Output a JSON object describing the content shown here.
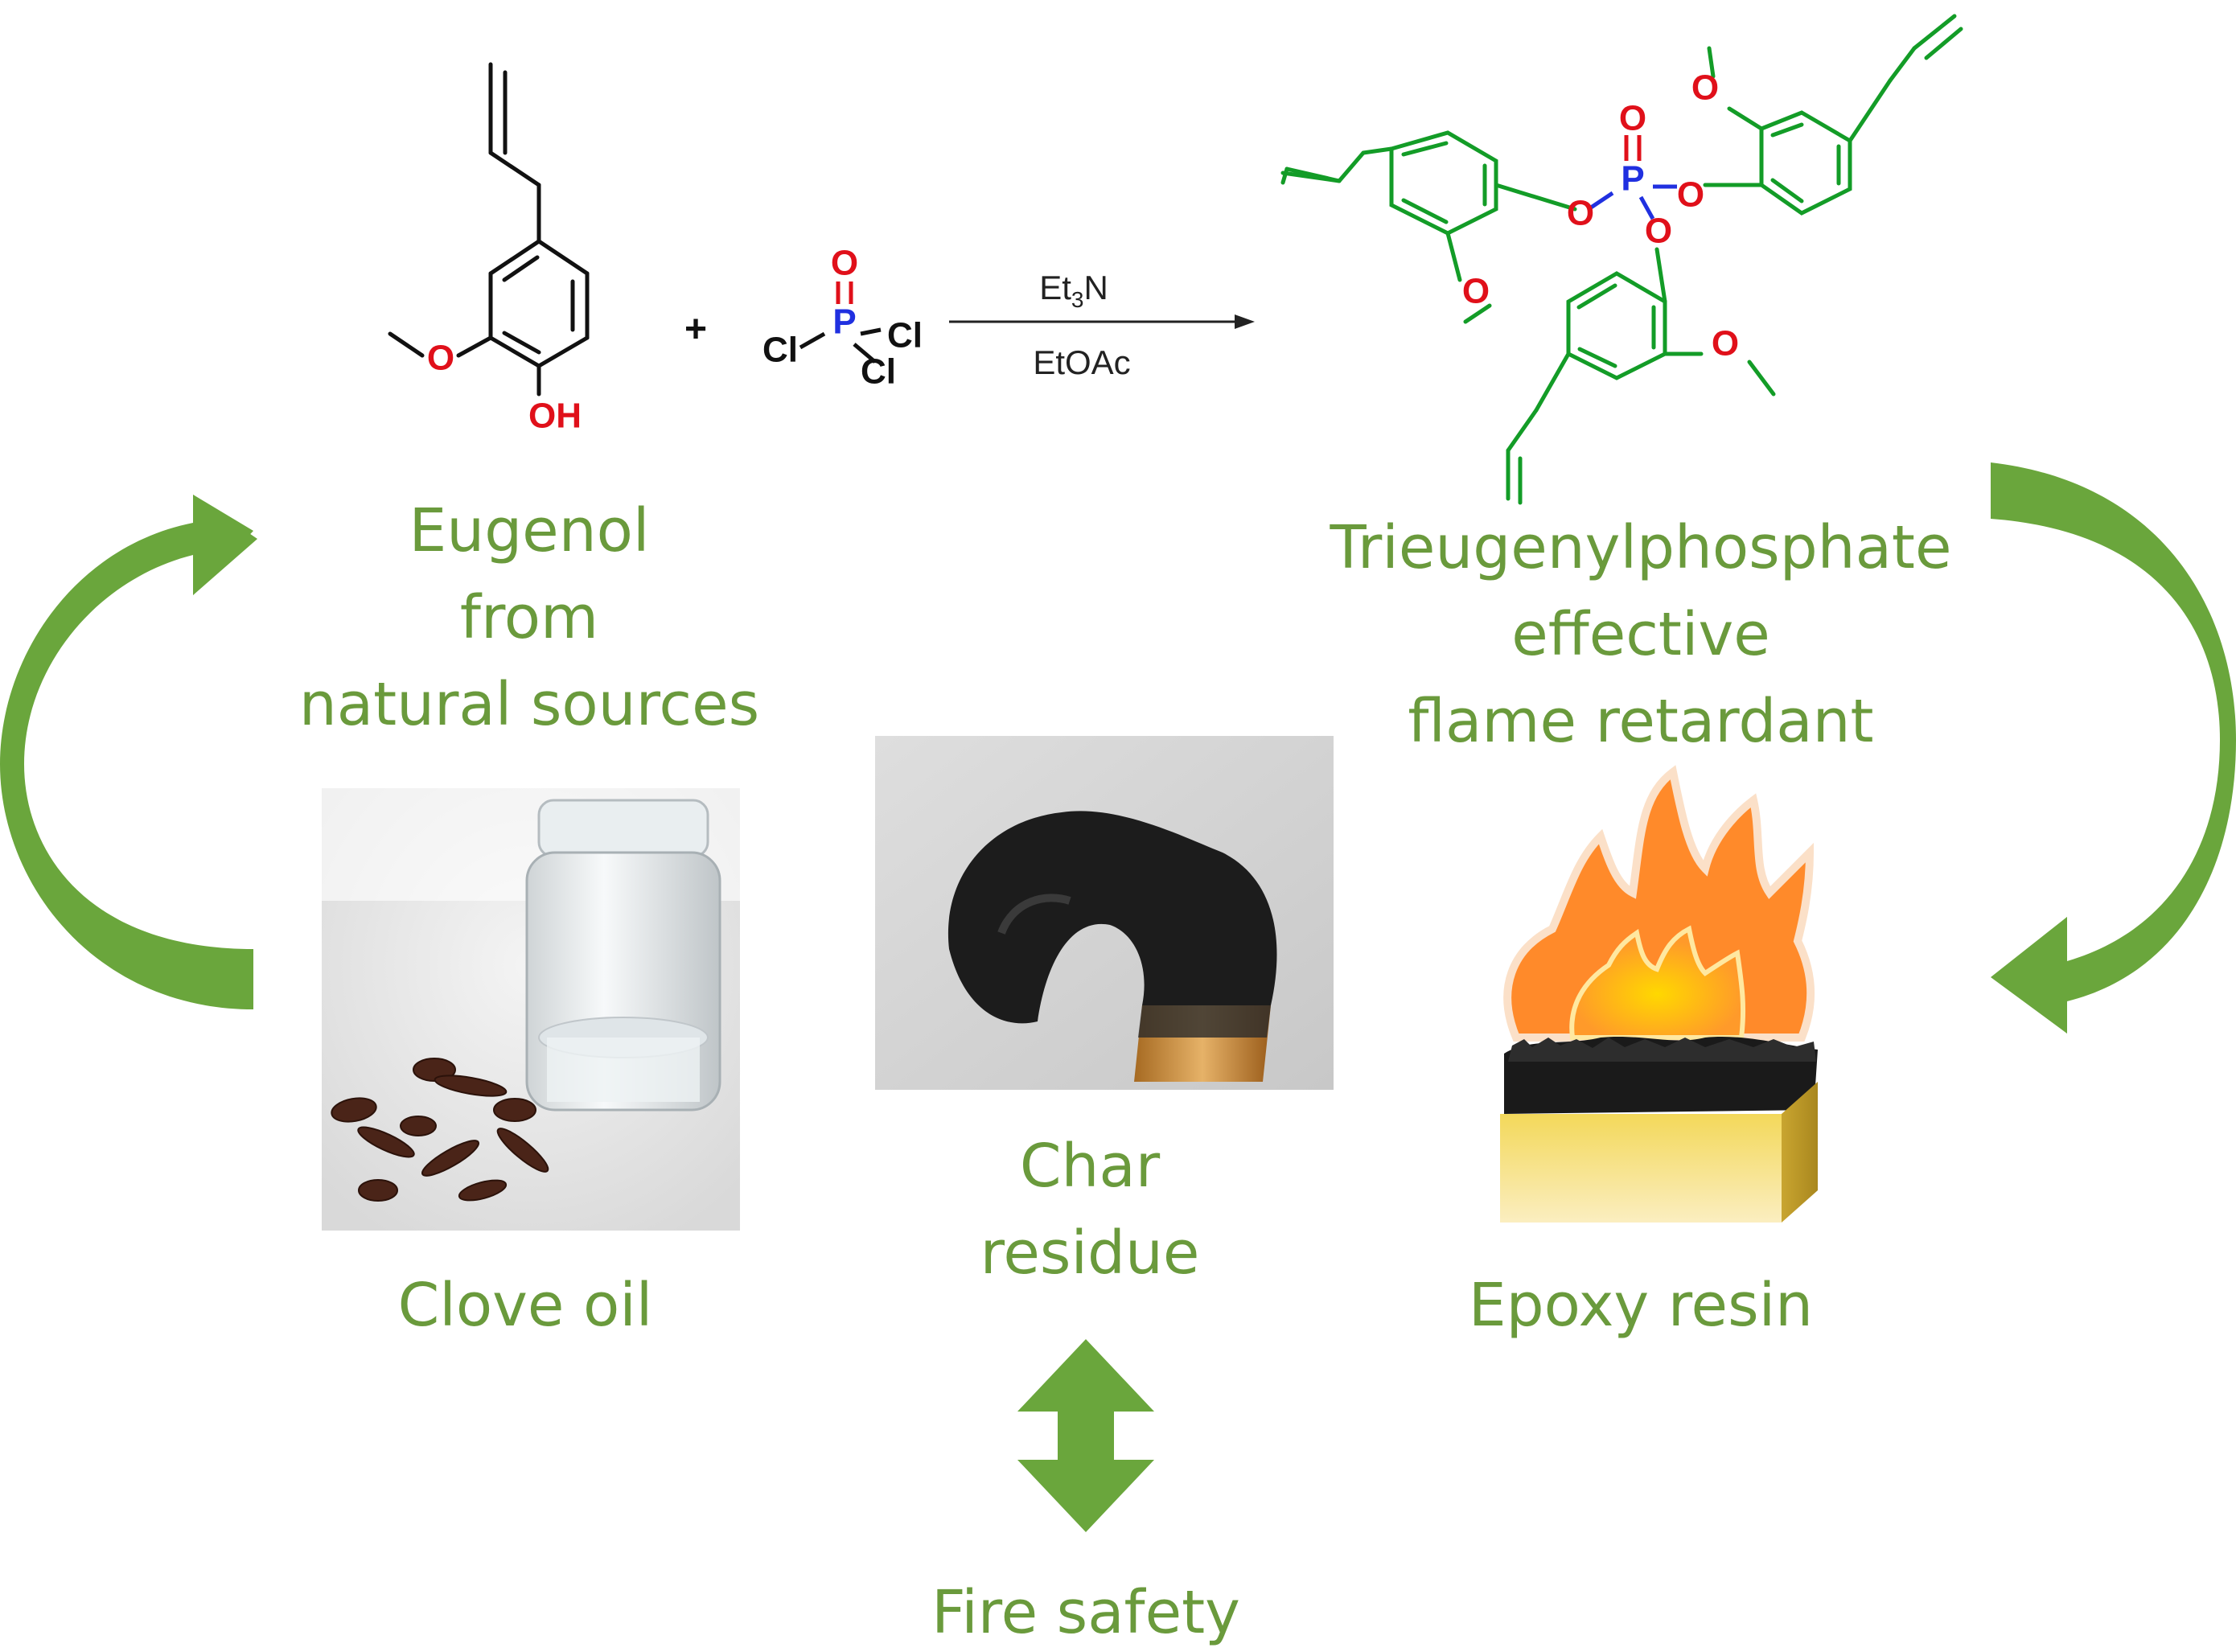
{
  "colors": {
    "label_green": "#6a9a3c",
    "arrow_green": "#6aa63c",
    "bond_black": "#111111",
    "product_green": "#139c27",
    "oxygen_red": "#e0101a",
    "phosphorus_blue": "#2030e0"
  },
  "reaction": {
    "plus": "+",
    "reagent_top": "Et3N",
    "reagent_top_base": "Et",
    "reagent_top_sub": "3",
    "reagent_top_rest": "N",
    "reagent_bottom": "EtOAc",
    "atoms": {
      "oxygen": "O",
      "hydroxyl": "OH",
      "phosphorus": "P",
      "chlorine": "Cl"
    }
  },
  "labels": {
    "eugenol": [
      "Eugenol",
      "from",
      "natural sources"
    ],
    "product": [
      "Trieugenylphosphate",
      "effective",
      "flame retardant"
    ],
    "clove_oil": "Clove oil",
    "char_residue": [
      "Char",
      "residue"
    ],
    "epoxy_resin": "Epoxy resin",
    "fire_safety": "Fire safety"
  },
  "icons": {
    "left_cycle_arrow": "curved-arrow-up-icon",
    "right_cycle_arrow": "curved-arrow-down-icon",
    "double_arrow": "double-headed-arrow-icon"
  }
}
